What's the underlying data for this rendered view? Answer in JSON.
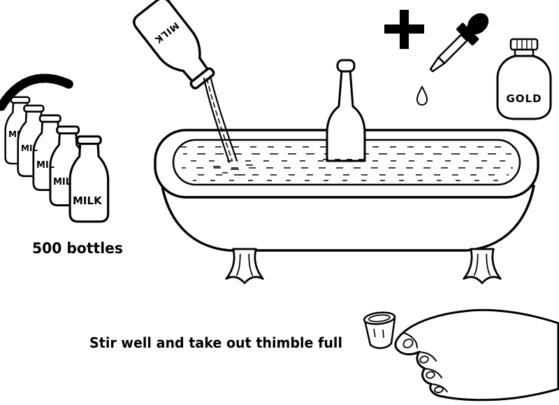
{
  "milk_bottles": {
    "labels": [
      "MI",
      "MIL",
      "MIL",
      "MIL",
      "MILK"
    ],
    "caption": "500 bottles"
  },
  "pouring_bottle": {
    "label": "MILK"
  },
  "gold": {
    "label": "GOLD"
  },
  "instruction": "Stir well and take out thimble full",
  "icons": {
    "plus": "plus-icon",
    "eyedropper": "eyedropper-icon",
    "drop": "drop-icon",
    "hose": "milk-hose-icon",
    "stirrer": "stirrer-icon",
    "thimble": "thimble-icon"
  },
  "colors": {
    "ink": "#000000",
    "background": "#ffffff"
  }
}
